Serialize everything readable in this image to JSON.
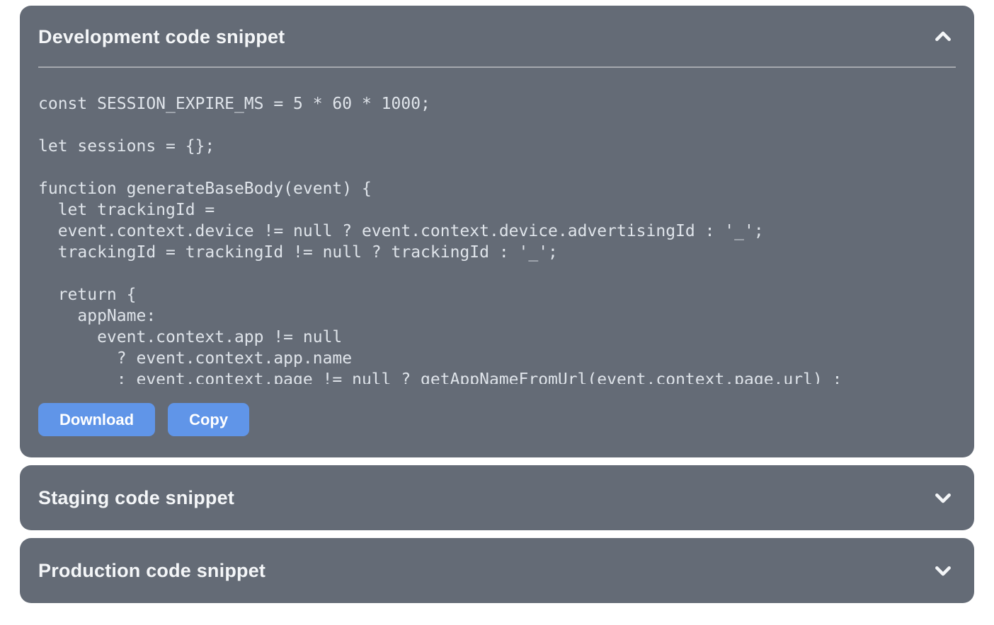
{
  "colors": {
    "panel_background": "#646B76",
    "page_background": "#ffffff",
    "button_blue": "#6095E8",
    "code_text": "#DFE4EA",
    "title_text": "#F4F6F8",
    "divider": "rgba(255,255,255,0.42)"
  },
  "panels": {
    "development": {
      "title": "Development code snippet",
      "expanded": true,
      "chevron_icon": "chevron-up",
      "code": "const SESSION_EXPIRE_MS = 5 * 60 * 1000;\n\nlet sessions = {};\n\nfunction generateBaseBody(event) {\n  let trackingId =\n  event.context.device != null ? event.context.device.advertisingId : '_';\n  trackingId = trackingId != null ? trackingId : '_';\n\n  return {\n    appName:\n      event.context.app != null\n        ? event.context.app.name\n        : event.context.page != null ? getAppNameFromUrl(event.context.page.url) :",
      "buttons": {
        "download": "Download",
        "copy": "Copy"
      }
    },
    "staging": {
      "title": "Staging code snippet",
      "expanded": false,
      "chevron_icon": "chevron-down"
    },
    "production": {
      "title": "Production code snippet",
      "expanded": false,
      "chevron_icon": "chevron-down"
    }
  }
}
